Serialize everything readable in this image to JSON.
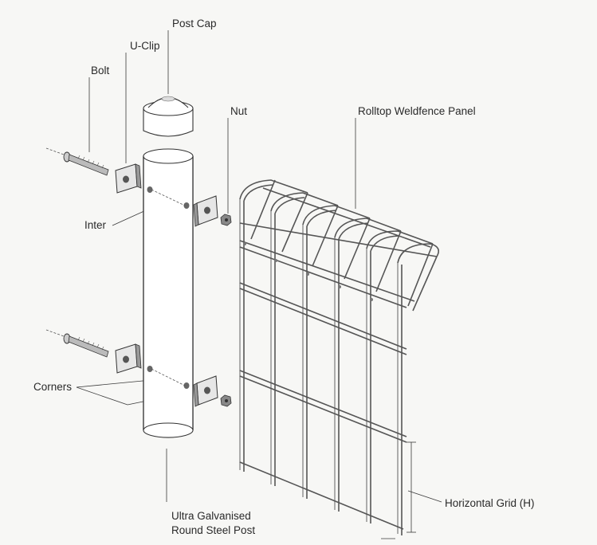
{
  "labels": {
    "post_cap": "Post Cap",
    "u_clip": "U-Clip",
    "bolt": "Bolt",
    "nut": "Nut",
    "panel": "Rolltop Weldfence Panel",
    "inter": "Inter",
    "corners": "Corners",
    "post_line1": "Ultra Galvanised",
    "post_line2": "Round Steel Post",
    "horizontal_grid": "Horizontal Grid (H)"
  }
}
